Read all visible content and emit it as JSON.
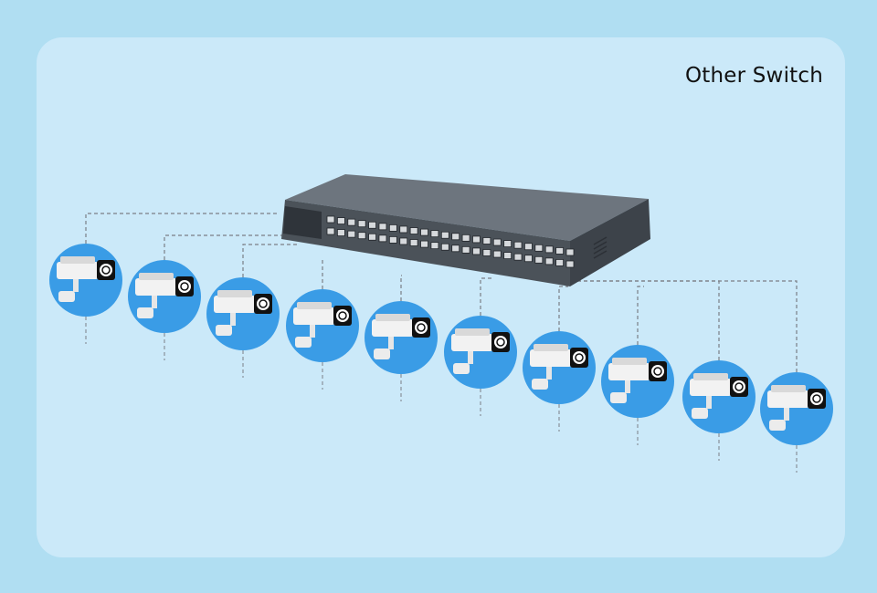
{
  "title": "Other Switch",
  "colors": {
    "background": "#b0def2",
    "panel": "#cbe9f9",
    "camera_circle": "#3a9ce6",
    "camera_body": "#f2f2f2",
    "switch_body": "#5e6670",
    "link_line": "#7b7f86"
  },
  "diagram": {
    "hub": {
      "name": "network-switch",
      "icon": "rack-switch-icon",
      "port_count": 48
    },
    "cameras": [
      {
        "icon": "cctv-camera-icon"
      },
      {
        "icon": "cctv-camera-icon"
      },
      {
        "icon": "cctv-camera-icon"
      },
      {
        "icon": "cctv-camera-icon"
      },
      {
        "icon": "cctv-camera-icon"
      },
      {
        "icon": "cctv-camera-icon"
      },
      {
        "icon": "cctv-camera-icon"
      },
      {
        "icon": "cctv-camera-icon"
      },
      {
        "icon": "cctv-camera-icon"
      },
      {
        "icon": "cctv-camera-icon"
      }
    ],
    "edges": [
      {
        "from": "network-switch",
        "to": "camera-1"
      },
      {
        "from": "network-switch",
        "to": "camera-2"
      },
      {
        "from": "network-switch",
        "to": "camera-3"
      },
      {
        "from": "network-switch",
        "to": "camera-4"
      },
      {
        "from": "network-switch",
        "to": "camera-5"
      },
      {
        "from": "network-switch",
        "to": "camera-6"
      },
      {
        "from": "network-switch",
        "to": "camera-7"
      },
      {
        "from": "network-switch",
        "to": "camera-8"
      },
      {
        "from": "network-switch",
        "to": "camera-9"
      },
      {
        "from": "network-switch",
        "to": "camera-10"
      }
    ]
  }
}
